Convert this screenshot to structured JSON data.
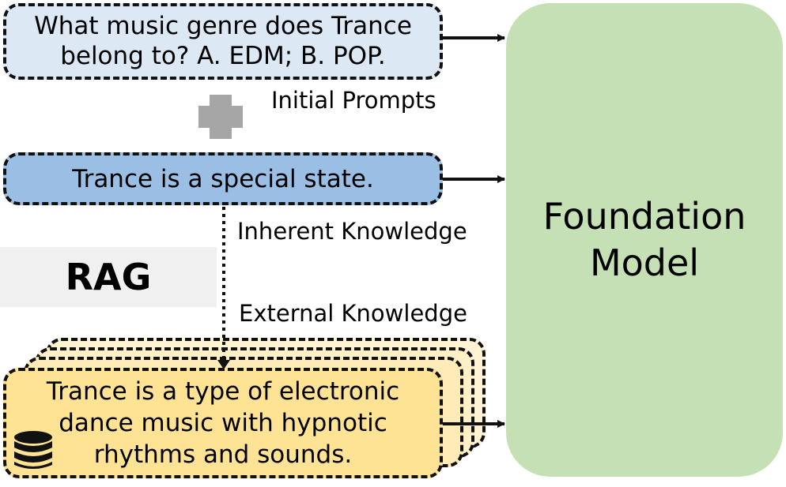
{
  "question": {
    "line1": "What music genre does Trance",
    "line2": "belong to? A. EDM; B. POP."
  },
  "labels": {
    "initial_prompts": "Initial Prompts",
    "inherent_knowledge": "Inherent Knowledge",
    "external_knowledge": "External Knowledge",
    "rag": "RAG"
  },
  "inherent_box": {
    "text": "Trance is a special state."
  },
  "external_box": {
    "line1": "Trance is a type of electronic",
    "line2": "dance music with hypnotic",
    "line3": "rhythms and sounds."
  },
  "model": {
    "line1": "Foundation",
    "line2": "Model"
  },
  "colors": {
    "question_fill": "#dde8f5",
    "inherent_fill": "#9bbfe4",
    "external_fill": "#ffe394",
    "model_fill": "#c5e0b4",
    "plus": "#a6a6a6"
  }
}
